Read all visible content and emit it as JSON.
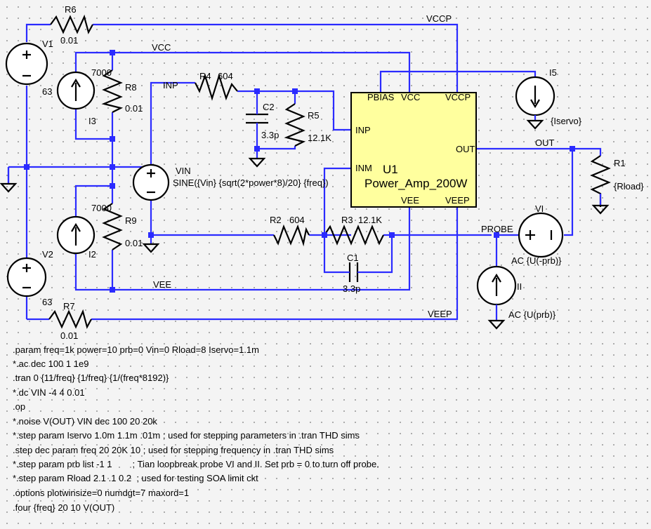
{
  "components": {
    "R6": {
      "ref": "R6",
      "value": "0.01"
    },
    "R7": {
      "ref": "R7",
      "value": "0.01"
    },
    "R8": {
      "ref": "R8",
      "value": "0.01"
    },
    "R9": {
      "ref": "R9",
      "value": "0.01"
    },
    "R4": {
      "ref": "R4",
      "value": "604"
    },
    "R5": {
      "ref": "R5",
      "value": "12.1K"
    },
    "R2": {
      "ref": "R2",
      "value": "604"
    },
    "R3": {
      "ref": "R3",
      "value": "12.1K"
    },
    "R1": {
      "ref": "R1",
      "value": "{Rload}"
    },
    "C2": {
      "ref": "C2",
      "value": "3.3p"
    },
    "C1": {
      "ref": "C1",
      "value": "3.3p"
    },
    "V1": {
      "ref": "V1",
      "value": "63"
    },
    "V2": {
      "ref": "V2",
      "value": "63"
    },
    "I3": {
      "ref": "I3",
      "value": "7000"
    },
    "I2": {
      "ref": "I2",
      "value": "7000"
    },
    "I5": {
      "ref": "I5",
      "value": "{Iservo}"
    },
    "VIN": {
      "ref": "VIN",
      "value": "SINE({Vin} {sqrt(2*power*8)/20} {freq})"
    },
    "VI": {
      "ref": "VI",
      "value": "AC {U(-prb)}"
    },
    "II": {
      "ref": "II",
      "value": "AC {U(prb)}"
    },
    "U1": {
      "ref": "U1",
      "value": "Power_Amp_200W"
    }
  },
  "pins": {
    "pbias": "PBIAS",
    "vcc": "VCC",
    "vccp": "VCCP",
    "inp": "INP",
    "inm": "INM",
    "out": "OUT",
    "vee": "VEE",
    "veep": "VEEP"
  },
  "nets": {
    "vccp": "VCCP",
    "vcc": "VCC",
    "inp": "INP",
    "out": "OUT",
    "probe": "PROBE",
    "vee": "VEE",
    "veep": "VEEP"
  },
  "directives": [
    ".param freq=1k power=10 prb=0 Vin=0 Rload=8 Iservo=1.1m",
    "*.ac dec 100 1 1e9",
    ".tran 0 {11/freq} {1/freq} {1/(freq*8192)}",
    "*.dc VIN -4 4 0.01",
    ".op",
    "*.noise V(OUT) VIN dec 100 20 20k",
    "*.step param Iservo 1.0m 1.1m .01m ; used for stepping parameters in .tran THD sims",
    ".step dec param freq 20 20K 10 ; used for stepping frequency in .tran THD sims",
    "*.step param prb list -1 1        ; Tian loopbreak probe VI and II. Set prb = 0 to turn off probe.",
    "*.step param Rload 2.1 .1 0.2  ; used for testing SOA limit ckt",
    ".options plotwinsize=0 numdgt=7 maxord=1",
    ".four {freq} 20 10 V(OUT)"
  ]
}
